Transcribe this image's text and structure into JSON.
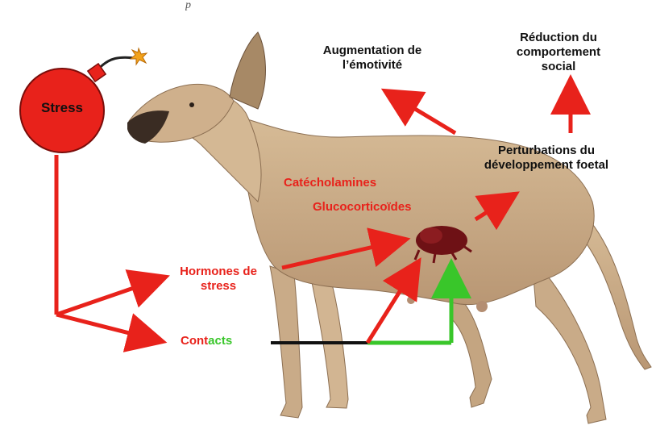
{
  "caption": "p",
  "bomb": {
    "label": "Stress",
    "color": "#e8221b"
  },
  "labels": {
    "augmentation": "Augmentation de l’émotivité",
    "reduction": "Réduction du comportement social",
    "perturbations": "Perturbations du développement foetal",
    "catecholamines": "Catécholamines",
    "glucocorticoides": "Glucocorticoïdes",
    "hormones": "Hormones de stress",
    "contacts_red": "Cont",
    "contacts_green": "acts"
  },
  "colors": {
    "red": "#e8221b",
    "green": "#39c62a",
    "black": "#111111",
    "dog": "#c9ac88"
  }
}
